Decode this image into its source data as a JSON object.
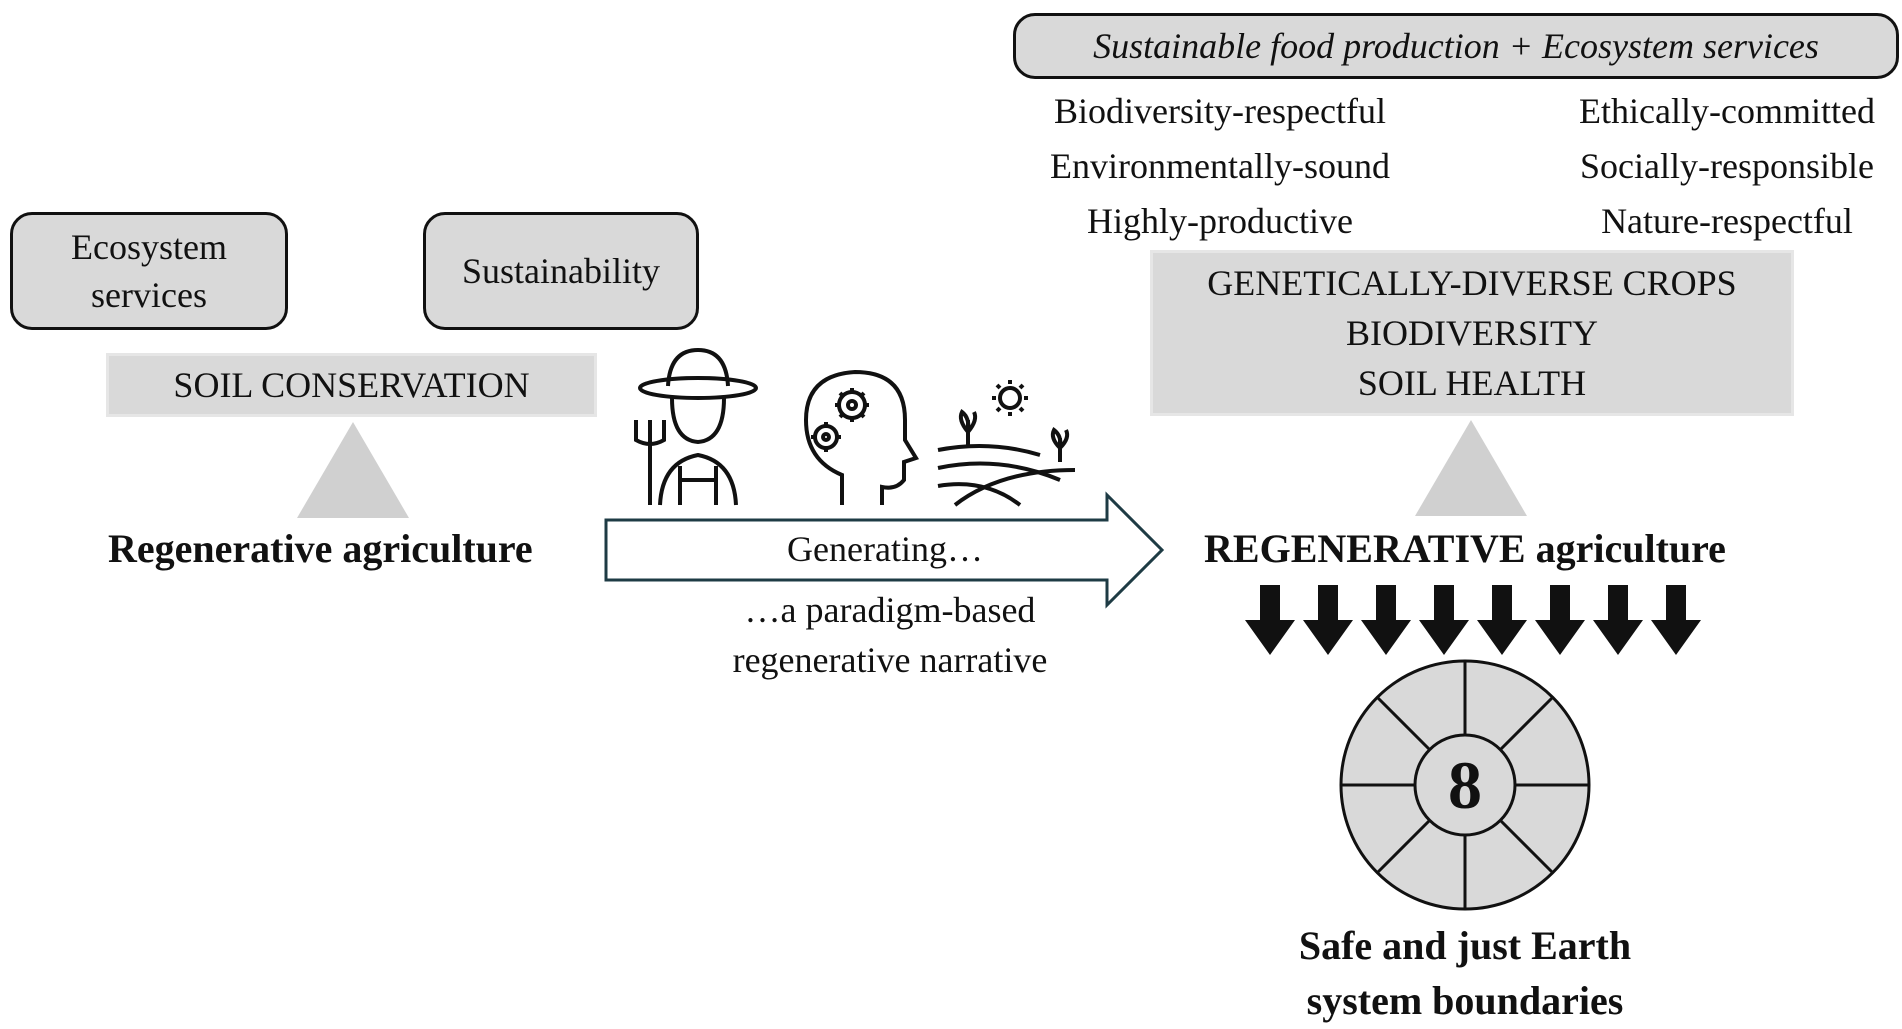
{
  "left": {
    "box_ecosystem": "Ecosystem services",
    "box_sustainability": "Sustainability",
    "soil_conservation": "SOIL CONSERVATION",
    "regen_label": "Regenerative agriculture"
  },
  "middle": {
    "arrow_text": "Generating…",
    "narrative_line1": "…a paradigm-based",
    "narrative_line2": "regenerative narrative",
    "icons": [
      "farmer-icon",
      "brain-gears-icon",
      "field-sun-icon"
    ]
  },
  "right": {
    "banner": "Sustainable food production + Ecosystem services",
    "attributes_left": [
      "Biodiversity-respectful",
      "Environmentally-sound",
      "Highly-productive"
    ],
    "attributes_right": [
      "Ethically-committed",
      "Socially-responsible",
      "Nature-respectful"
    ],
    "box_lines": [
      "GENETICALLY-DIVERSE CROPS",
      "BIODIVERSITY",
      "SOIL HEALTH"
    ],
    "regen_caps": "REGENERATIVE",
    "regen_rest": "agriculture",
    "arrow_count": 8,
    "wheel_number": "8",
    "boundaries_line1": "Safe and just Earth",
    "boundaries_line2": "system boundaries"
  },
  "colors": {
    "box_fill": "#d9d9d9",
    "triangle": "#d0d0d0",
    "ink": "#111111"
  }
}
